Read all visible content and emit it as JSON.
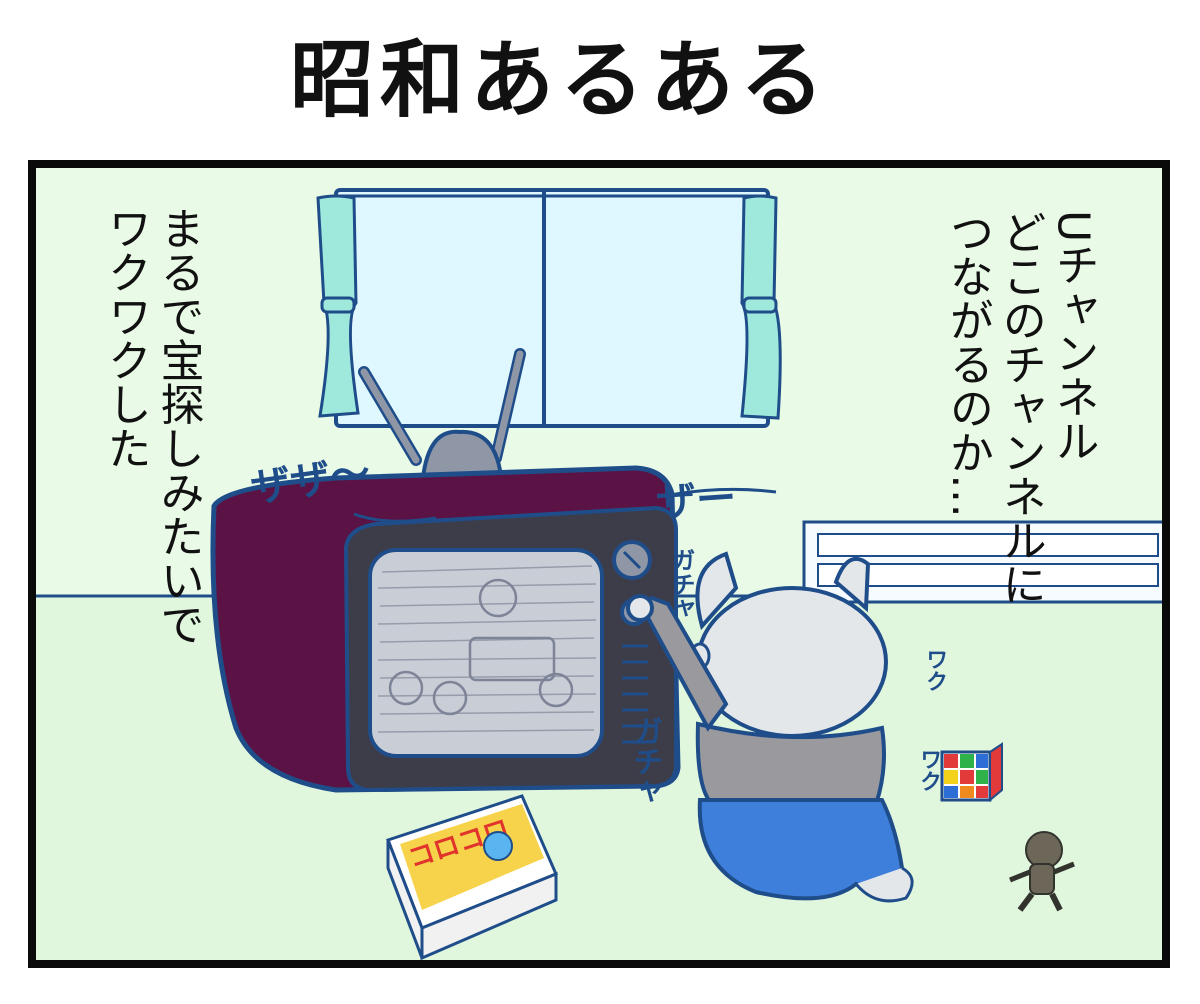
{
  "title": "昭和あるある",
  "panel": {
    "narration": [
      "まるで宝探しみたいで",
      "ワクワクした"
    ],
    "thought": [
      "Uチャンネル",
      "どこのチャンネルに",
      "つながるのか…"
    ],
    "sfx": {
      "static_left": "ザザ〜",
      "static_right": "ザー",
      "click_top": "ガチャ",
      "click_bottom": "ガチャ",
      "excite_top": "ワク",
      "excite_bottom": "ワク"
    },
    "manga_cover_text": "コロコロ"
  },
  "colors": {
    "background_wall": "#e9fbe6",
    "window_glass": "#dff8ff",
    "curtain": "#9fe8dc",
    "tv_body": "#5a1344",
    "tv_front": "#3d3d4a",
    "outline": "#1f4d8a",
    "character_body": "#e4e7ea",
    "character_shirt": "#9a9a9e",
    "character_pants": "#3f7fdc"
  }
}
